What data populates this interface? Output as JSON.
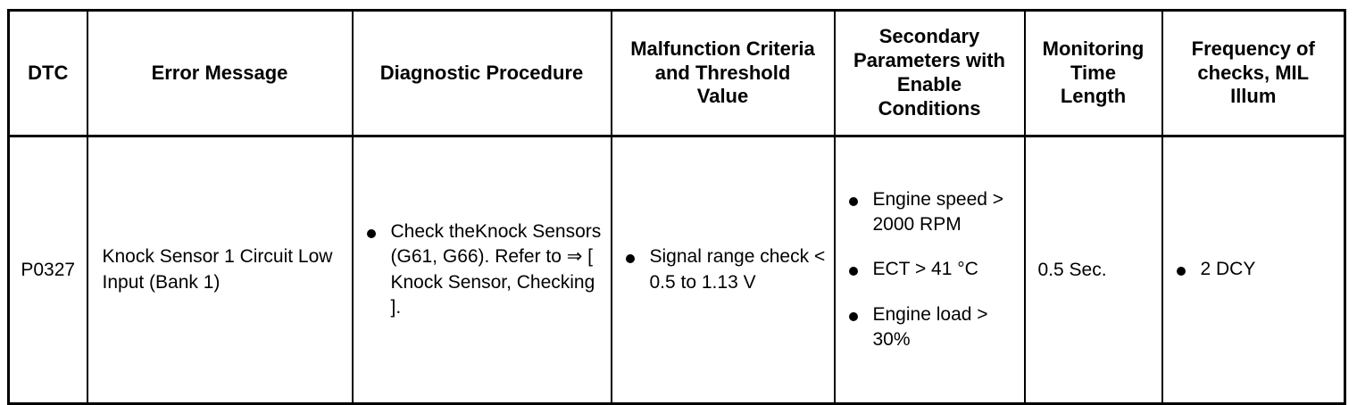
{
  "table": {
    "columns": [
      {
        "key": "dtc",
        "header": "DTC"
      },
      {
        "key": "err",
        "header": "Error Message"
      },
      {
        "key": "diag",
        "header": "Diagnostic Procedure"
      },
      {
        "key": "malf",
        "header": "Malfunction Criteria and Threshold Value"
      },
      {
        "key": "sec",
        "header": "Secondary Parameters with Enable Conditions"
      },
      {
        "key": "mon",
        "header": "Monitoring Time Length"
      },
      {
        "key": "freq",
        "header": "Frequency of checks, MIL Illum"
      }
    ],
    "header_lines": {
      "dtc": [
        "DTC"
      ],
      "err": [
        "Error Message"
      ],
      "diag": [
        "Diagnostic Procedure"
      ],
      "malf": [
        "Malfunction Criteria",
        "and Threshold",
        "Value"
      ],
      "sec": [
        "Secondary",
        "Parameters with",
        "Enable",
        "Conditions"
      ],
      "mon": [
        "Monitoring",
        "Time",
        "Length"
      ],
      "freq": [
        "Frequency of",
        "checks, MIL",
        "Illum"
      ]
    },
    "rows": [
      {
        "dtc": "P0327",
        "error_message": "Knock Sensor 1 Circuit Low Input (Bank 1)",
        "diagnostic_procedure": [
          "Check theKnock Sensors (G61, G66). Refer to ⇒ [ Knock Sensor, Checking ]."
        ],
        "malfunction_criteria": [
          "Signal range check < 0.5 to 1.13 V"
        ],
        "secondary_parameters": [
          "Engine speed > 2000 RPM",
          "ECT > 41 °C",
          "Engine load > 30%"
        ],
        "monitoring_time_length": "0.5 Sec.",
        "frequency_of_checks": [
          "2 DCY"
        ]
      }
    ]
  },
  "style": {
    "border_color": "#000000",
    "background": "#ffffff",
    "text_color": "#000000"
  }
}
